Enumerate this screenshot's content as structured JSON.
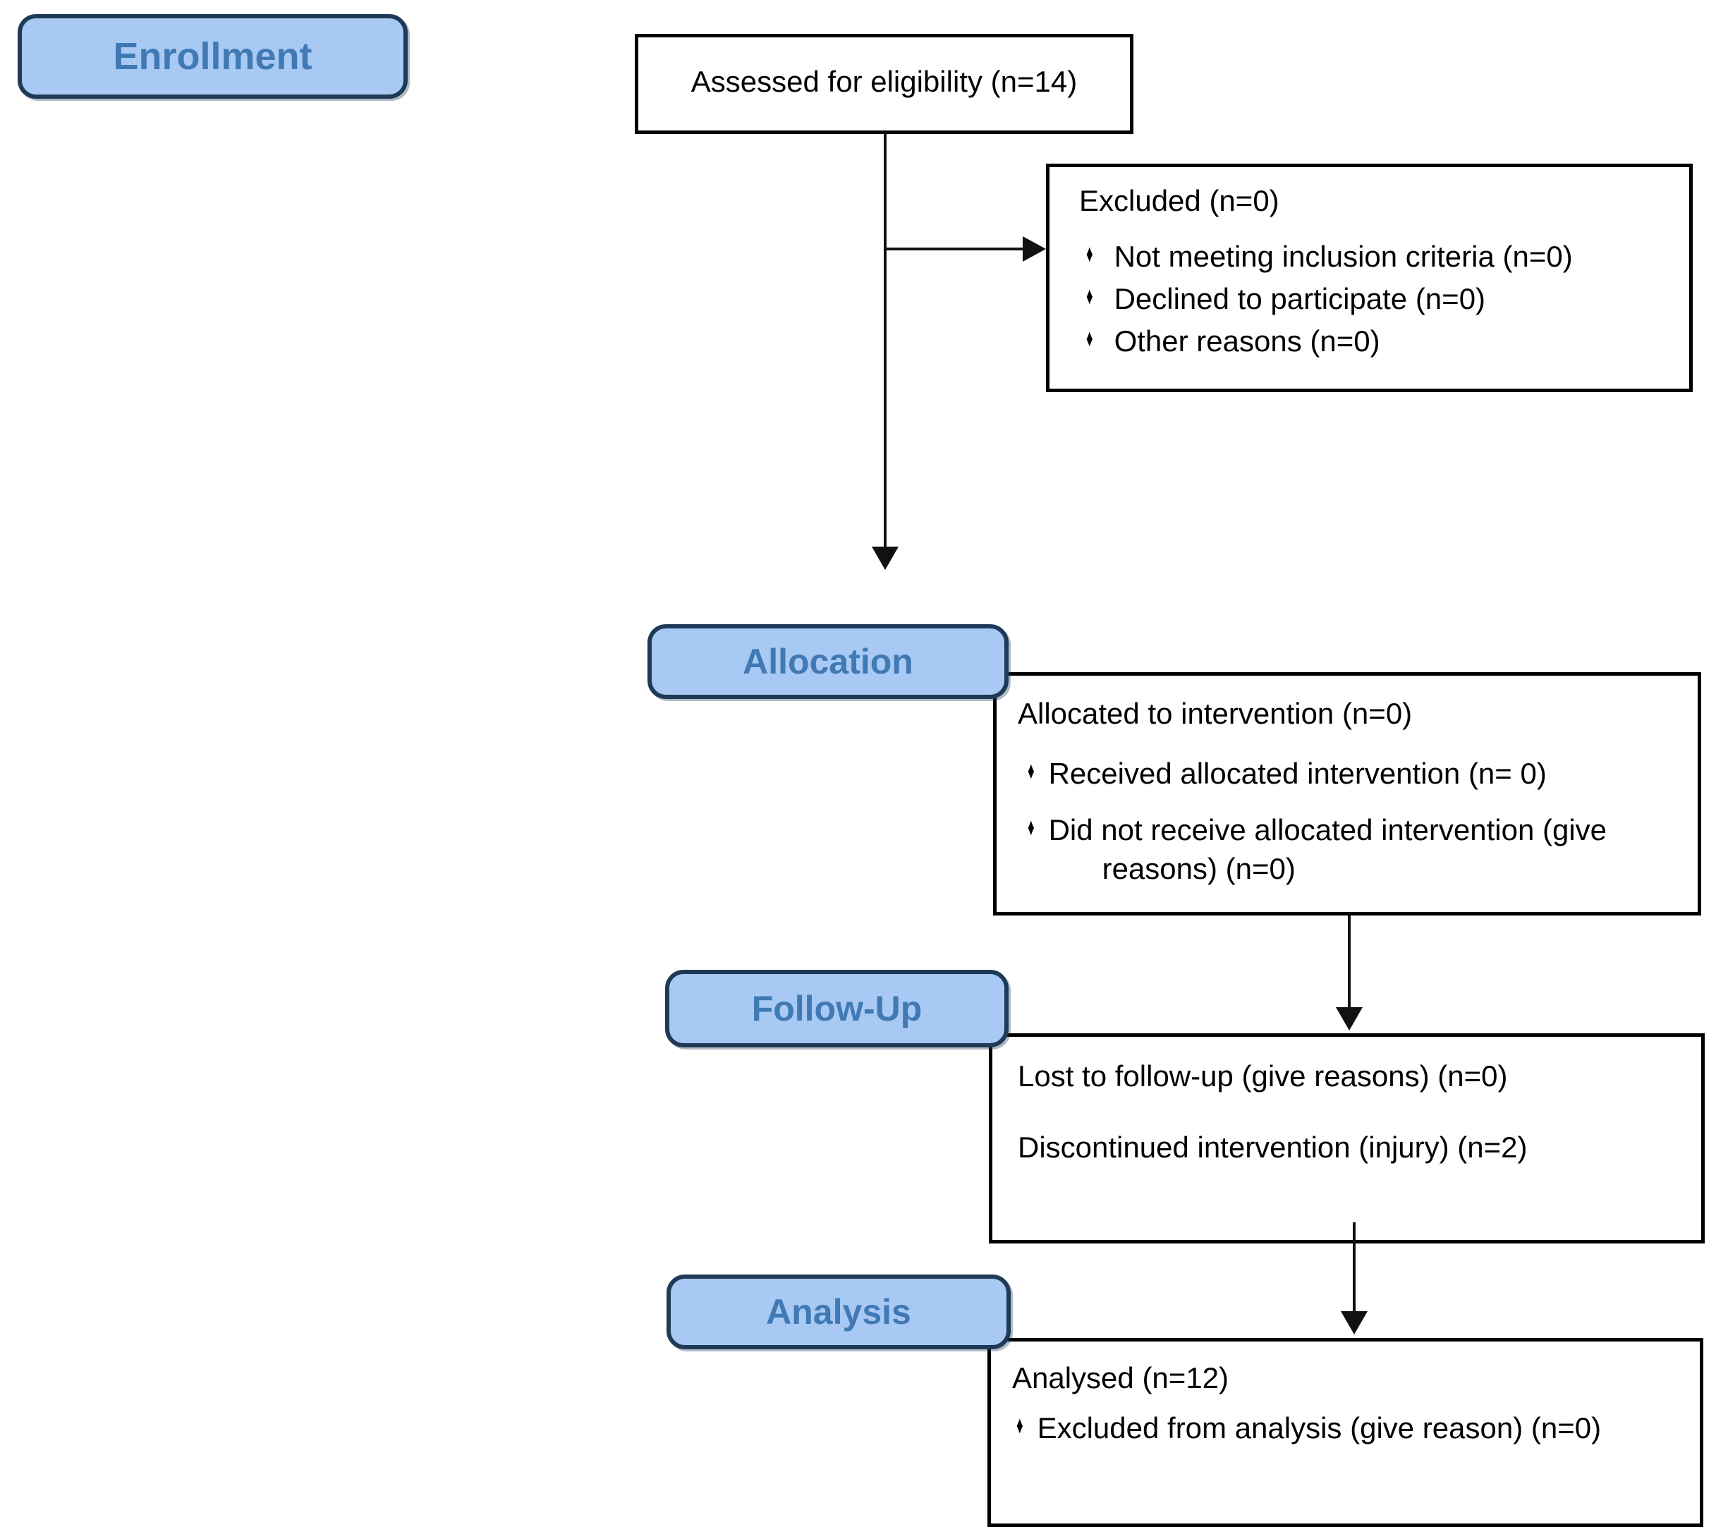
{
  "figure_type": "CONSORT participant flow diagram",
  "bullet_glyph": "♦",
  "colors": {
    "badge_fill": "#a7c9f3",
    "badge_border": "#1f3a57",
    "badge_text": "#4179b4",
    "box_border": "#000000",
    "arrow_color": "#111111",
    "page_bg": "#ffffff"
  },
  "stages": {
    "enrollment": "Enrollment",
    "allocation": "Allocation",
    "followup": "Follow-Up",
    "analysis": "Analysis"
  },
  "boxes": {
    "assessed": {
      "text": "Assessed for eligibility (n=14)"
    },
    "excluded": {
      "title": "Excluded (n=0)",
      "bullets": [
        "Not meeting inclusion criteria (n=0)",
        "Declined to participate (n=0)",
        "Other reasons (n=0)"
      ]
    },
    "allocated": {
      "title": "Allocated to intervention (n=0)",
      "bullets": [
        "Received allocated intervention (n= 0)",
        "Did not receive allocated intervention (give reasons) (n=0)"
      ]
    },
    "followup": {
      "lines": [
        "Lost to follow-up (give reasons) (n=0)",
        "Discontinued intervention (injury) (n=2)"
      ]
    },
    "analysed": {
      "title": "Analysed (n=12)",
      "bullets": [
        "Excluded from analysis (give reason) (n=0)"
      ]
    }
  }
}
